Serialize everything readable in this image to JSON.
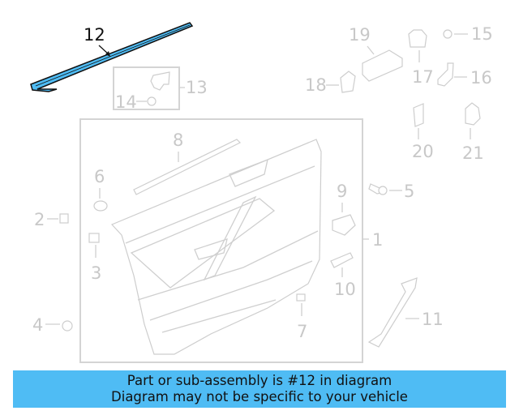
{
  "diagram": {
    "highlighted_part": "12",
    "highlight_color": "#4fbcf4",
    "callouts": [
      {
        "id": "1",
        "label": "1"
      },
      {
        "id": "2",
        "label": "2"
      },
      {
        "id": "3",
        "label": "3"
      },
      {
        "id": "4",
        "label": "4"
      },
      {
        "id": "5",
        "label": "5"
      },
      {
        "id": "6",
        "label": "6"
      },
      {
        "id": "7",
        "label": "7"
      },
      {
        "id": "8",
        "label": "8"
      },
      {
        "id": "9",
        "label": "9"
      },
      {
        "id": "10",
        "label": "10"
      },
      {
        "id": "11",
        "label": "11"
      },
      {
        "id": "12",
        "label": "12"
      },
      {
        "id": "13",
        "label": "13"
      },
      {
        "id": "14",
        "label": "14"
      },
      {
        "id": "15",
        "label": "15"
      },
      {
        "id": "16",
        "label": "16"
      },
      {
        "id": "17",
        "label": "17"
      },
      {
        "id": "18",
        "label": "18"
      },
      {
        "id": "19",
        "label": "19"
      },
      {
        "id": "20",
        "label": "20"
      },
      {
        "id": "21",
        "label": "21"
      }
    ]
  },
  "banner": {
    "line1": "Part or sub-assembly is #12 in diagram",
    "line2": "Diagram may not be specific to your vehicle",
    "color": "#4fbcf4"
  }
}
